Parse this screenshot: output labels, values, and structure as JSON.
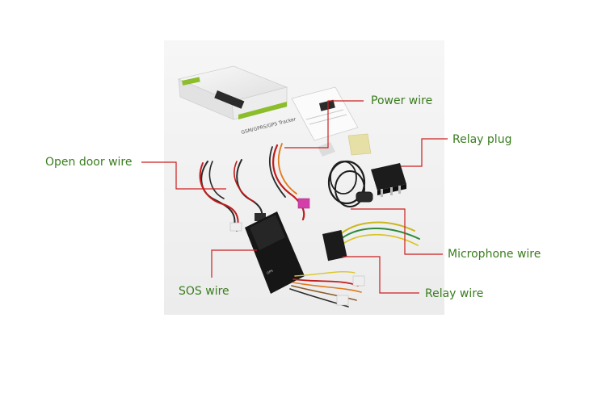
{
  "labels": {
    "power_wire": "Power wire",
    "relay_plug": "Relay plug",
    "open_door_wire": "Open door wire",
    "microphone_wire": "Microphone wire",
    "sos_wire": "SOS wire",
    "relay_wire": "Relay wire"
  },
  "box_text": {
    "side_panel": "GSM/GPRS/GPS Tracker"
  },
  "colors": {
    "label_text": "#3a7d1e",
    "leader_line": "#cc1f1f",
    "backdrop": "#f2f2f2"
  }
}
